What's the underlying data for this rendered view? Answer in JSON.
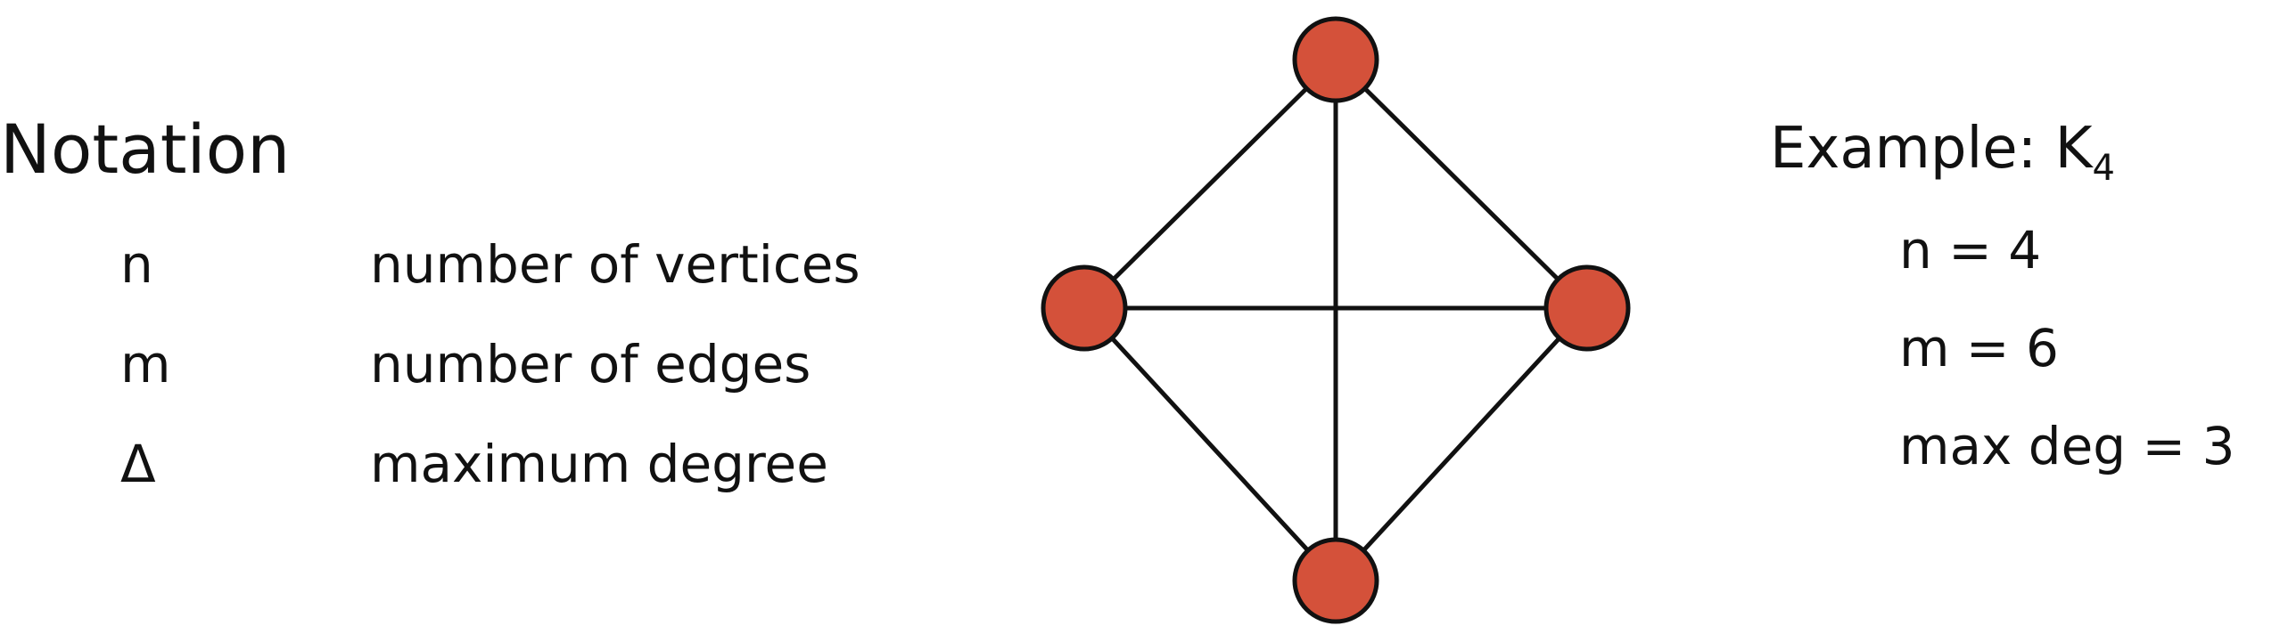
{
  "notation": {
    "title": "Notation",
    "rows": [
      {
        "symbol": "n",
        "description": "number of vertices"
      },
      {
        "symbol": "m",
        "description": "number of edges"
      },
      {
        "symbol": "Δ",
        "description": "maximum degree"
      }
    ]
  },
  "graph": {
    "vertex_color": "#d4513a",
    "edge_color": "#111111",
    "vertices": [
      "top",
      "left",
      "right",
      "bottom"
    ],
    "edges": [
      [
        "top",
        "left"
      ],
      [
        "top",
        "right"
      ],
      [
        "top",
        "bottom"
      ],
      [
        "left",
        "right"
      ],
      [
        "left",
        "bottom"
      ],
      [
        "right",
        "bottom"
      ]
    ]
  },
  "example": {
    "title_prefix": "Example: K",
    "title_subscript": "4",
    "lines": [
      "n = 4",
      "m = 6",
      "max deg = 3"
    ]
  }
}
